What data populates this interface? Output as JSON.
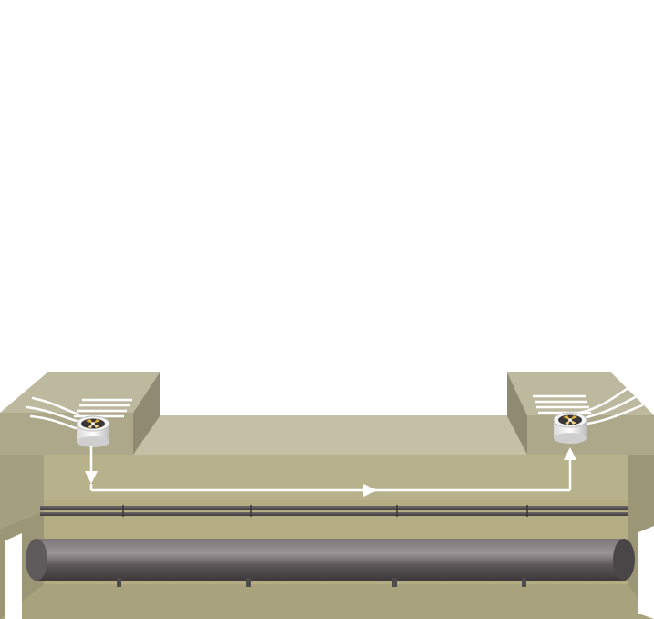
{
  "diagram": {
    "subject": "tunnel-ventilation-cutaway",
    "components": {
      "intake_fan": "fan-icon",
      "exhaust_fan": "fan-icon",
      "airflow_arrow": "arrow-icon",
      "pipe": "pipe",
      "rail_track": "rail",
      "intake_louvre": "louvre-vent",
      "exhaust_louvre": "louvre-vent"
    },
    "colors": {
      "background": "#ffffff",
      "shaft_top": "#bdb99f",
      "shaft_front": "#ada889",
      "shaft_side": "#8f8b72",
      "deck_top": "#c4c0a8",
      "tunnel_inside": "#b4ad84",
      "tunnel_floor": "#a9a37d",
      "wall_dark": "#9b9676",
      "pipe_dark": "#4f4a4c",
      "pipe_light": "#8d8789",
      "airflow": "#ffffff",
      "fan_blades": "#e0b23a"
    }
  }
}
